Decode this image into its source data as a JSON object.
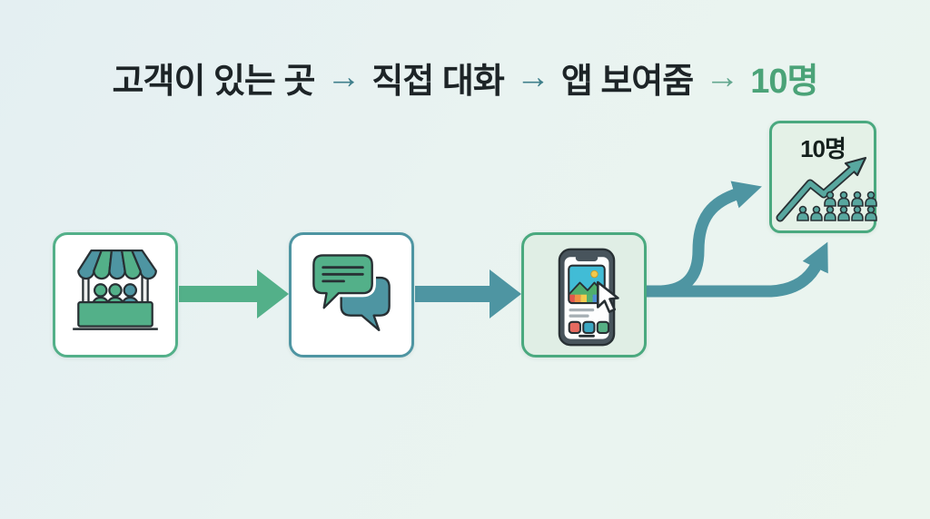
{
  "title": {
    "segments": [
      {
        "text": "고객이 있는 곳",
        "role": "step"
      },
      {
        "text": "→",
        "role": "arrow"
      },
      {
        "text": "직접 대화",
        "role": "step"
      },
      {
        "text": "→",
        "role": "arrow"
      },
      {
        "text": "앱 보여줌",
        "role": "step"
      },
      {
        "text": "→",
        "role": "arrow"
      },
      {
        "text": "10명",
        "role": "result"
      }
    ]
  },
  "flow": {
    "steps": [
      {
        "id": "market",
        "icon": "market-stall-icon"
      },
      {
        "id": "chat",
        "icon": "chat-bubbles-icon"
      },
      {
        "id": "app",
        "icon": "phone-app-cursor-icon"
      },
      {
        "id": "result",
        "icon": "growth-arrow-people-icon",
        "label": "10명",
        "people_top_row": 4,
        "people_bottom_row": 6,
        "people_total": 10
      }
    ],
    "connector_shape": "phone box splits into two curved arrows both pointing at result box"
  },
  "colors": {
    "background": "#e9f3f1",
    "green_accent": "#53b089",
    "teal_accent": "#4e95a2",
    "result_green": "#4ba378",
    "dark_outline": "#283034",
    "title_text": "#1d2427",
    "box_app_bg": "#e0eee5",
    "box_result_bg": "#e4f1e7"
  }
}
